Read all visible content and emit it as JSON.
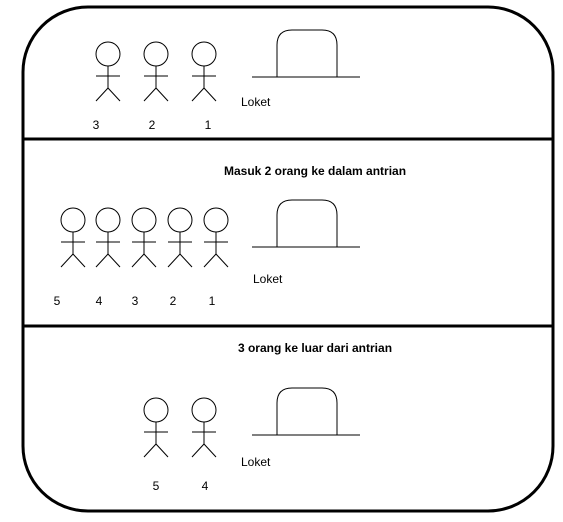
{
  "counter_label": "Loket",
  "panels": [
    {
      "caption": "",
      "people": [
        "3",
        "2",
        "1"
      ]
    },
    {
      "caption": "Masuk 2 orang ke dalam antrian",
      "people": [
        "5",
        "4",
        "3",
        "2",
        "1"
      ]
    },
    {
      "caption": "3 orang ke luar dari antrian",
      "people": [
        "5",
        "4"
      ]
    }
  ]
}
